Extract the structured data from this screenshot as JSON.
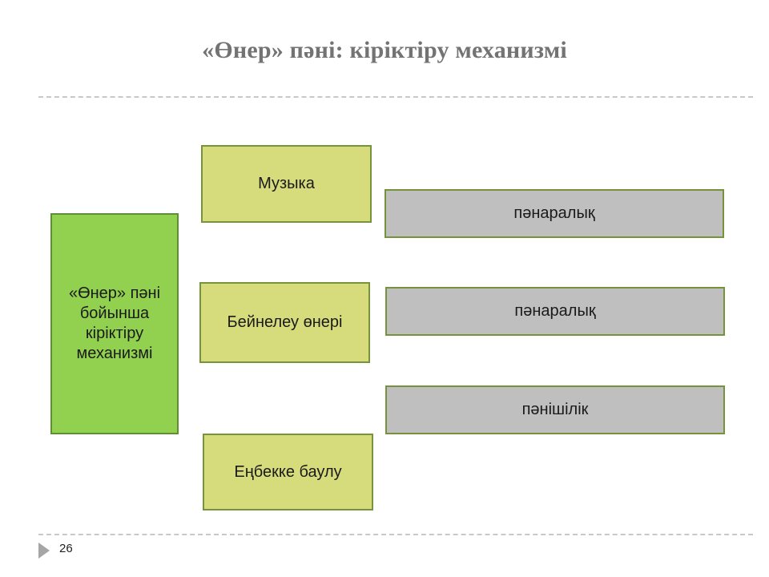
{
  "slide": {
    "title": "«Өнер» пәні: кіріктіру механизмі",
    "page_number": "26"
  },
  "diagram": {
    "main_box": {
      "label": "«Өнер» пәні бойынша кіріктіру механизмі",
      "fill": "#92d050"
    },
    "subjects": [
      {
        "label": "Музыка"
      },
      {
        "label": "Бейнелеу өнері"
      },
      {
        "label": "Еңбекке баулу"
      }
    ],
    "subject_fill": "#d6dc7c",
    "integration_types": [
      {
        "label": "пәнаралық"
      },
      {
        "label": "пәнаралық"
      },
      {
        "label": "пәнішілік"
      }
    ],
    "integration_fill": "#bfbfbf"
  }
}
